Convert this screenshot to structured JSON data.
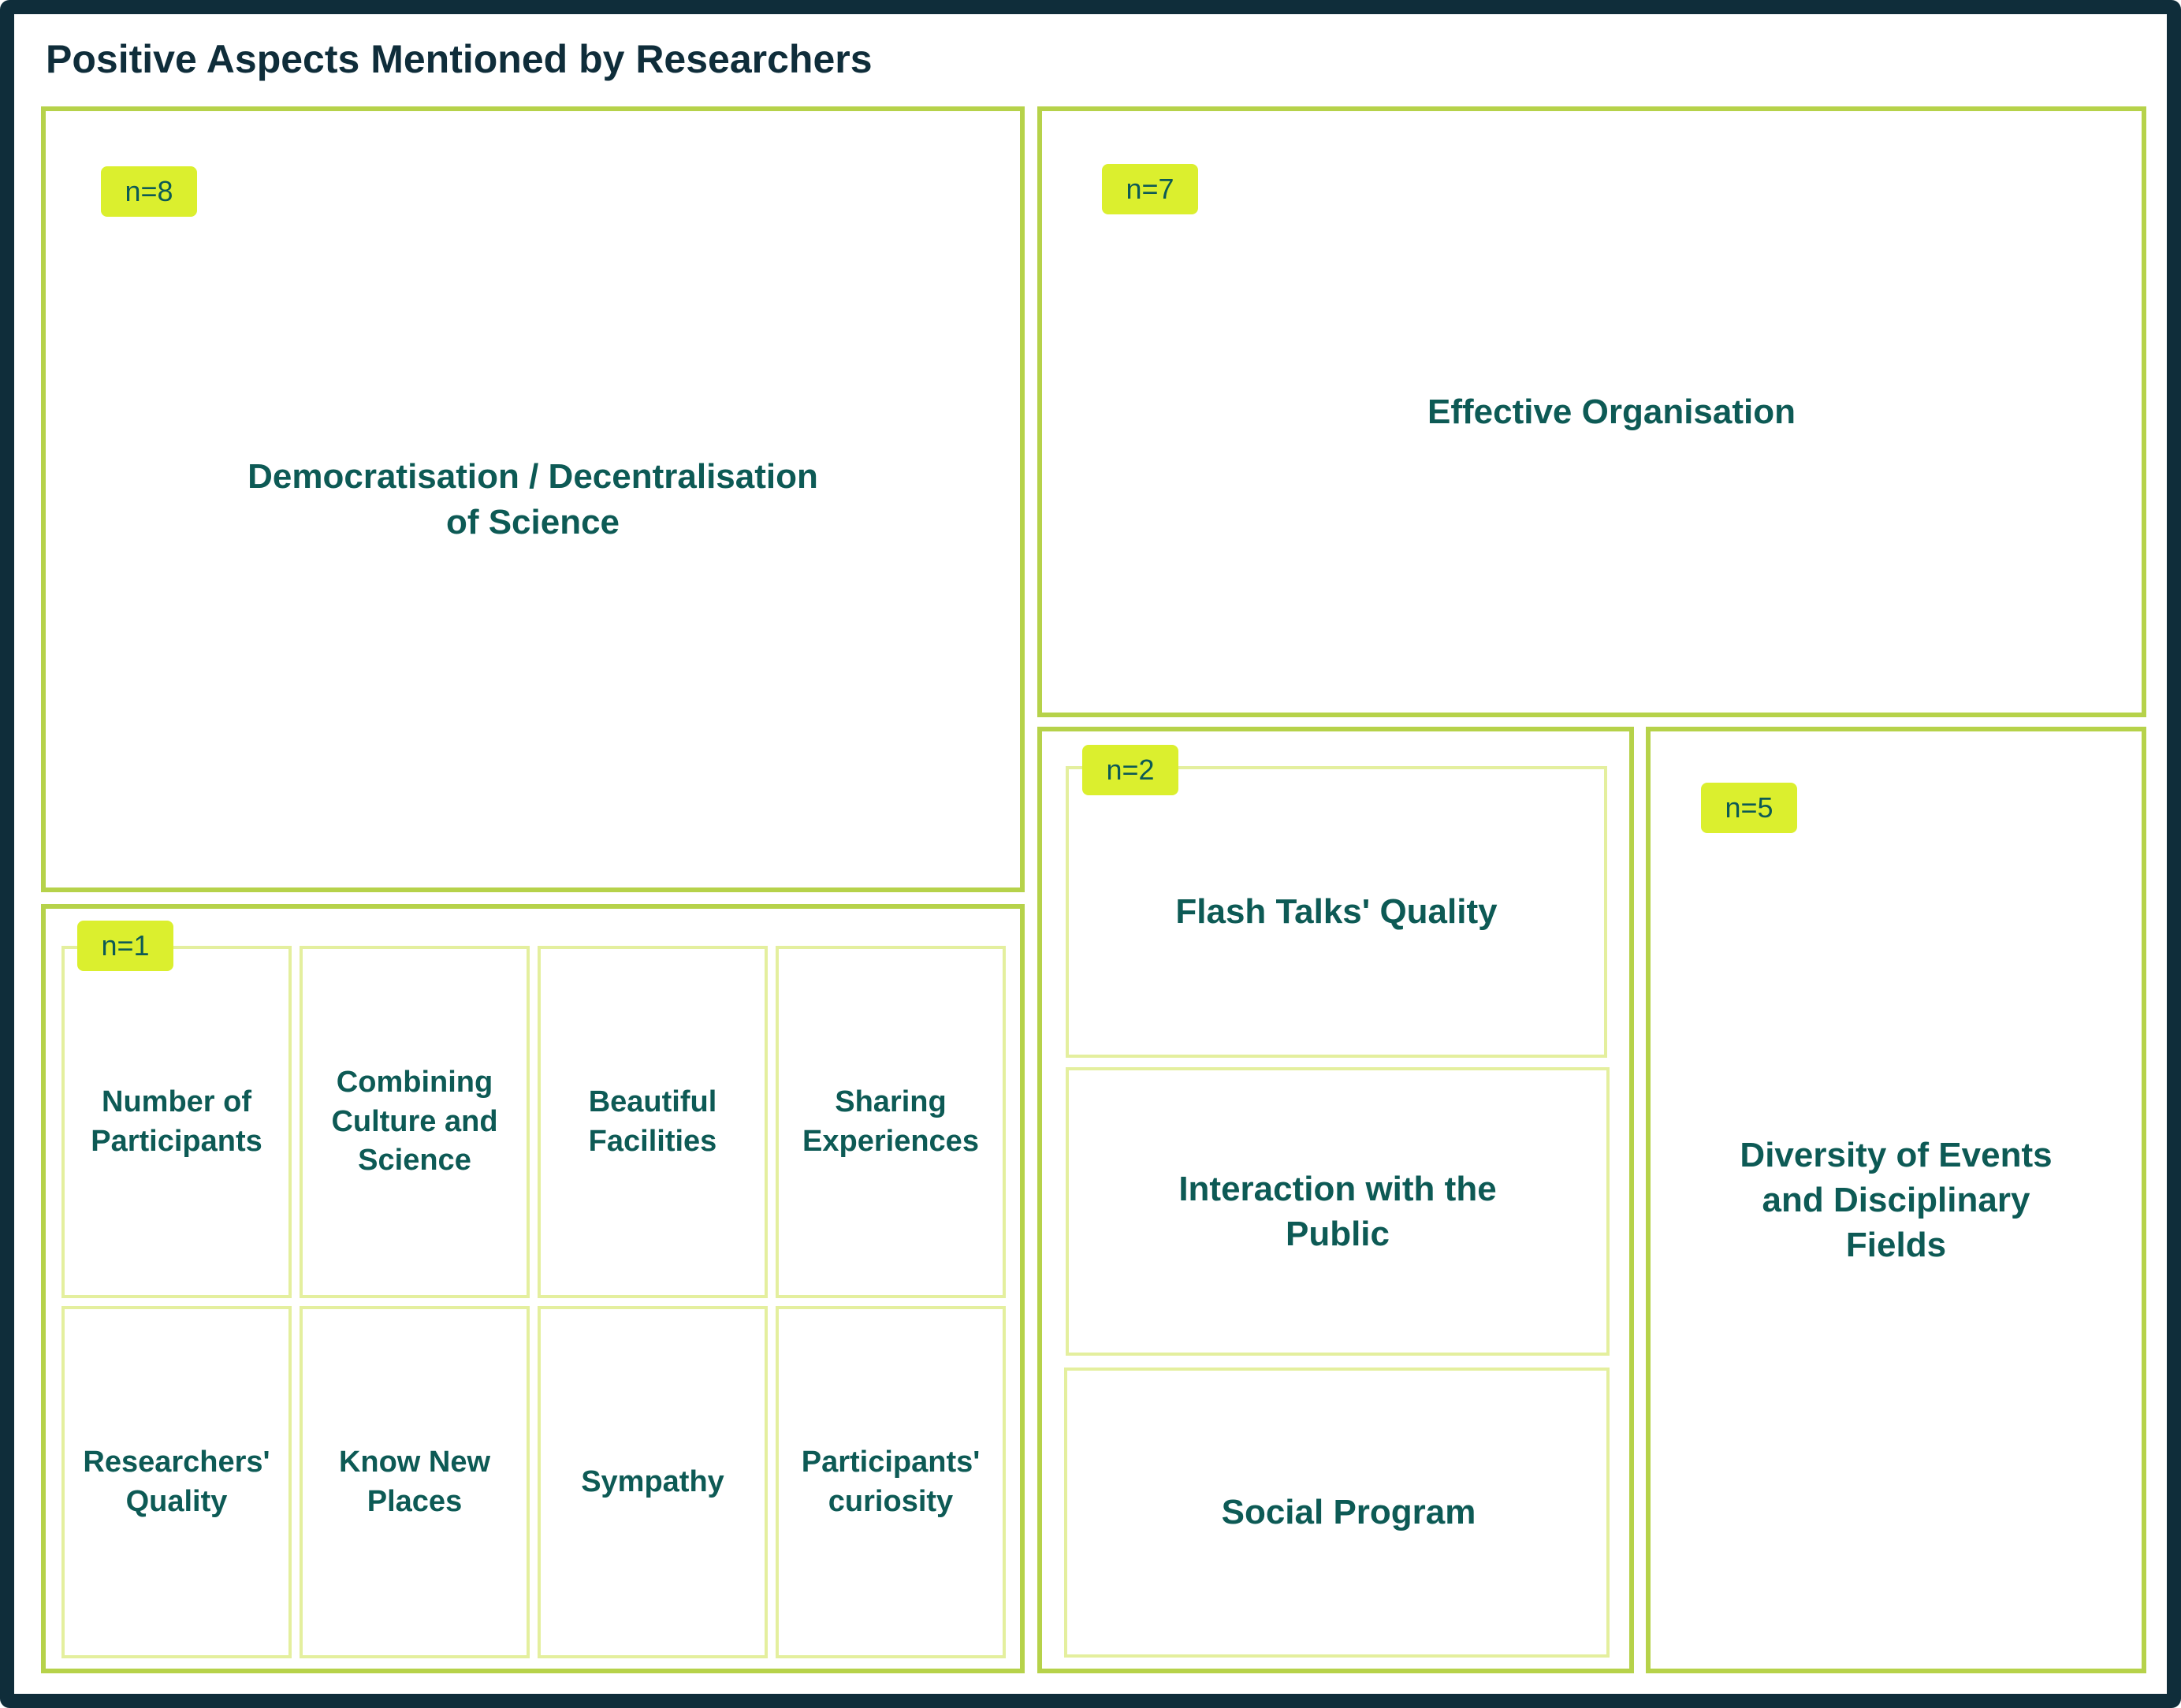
{
  "title": "Positive Aspects Mentioned by Researchers",
  "colors": {
    "frame": "#0f2d3a",
    "border": "#b6d24a",
    "inner_border": "#e4ef9e",
    "badge": "#dbef2e",
    "text": "#0d5a55"
  },
  "groups": [
    {
      "count_label": "n=8",
      "items": [
        "Democratisation / Decentralisation\nof Science"
      ]
    },
    {
      "count_label": "n=7",
      "items": [
        "Effective Organisation"
      ]
    },
    {
      "count_label": "n=2",
      "items": [
        "Flash Talks' Quality",
        "Interaction with the\nPublic",
        "Social Program"
      ]
    },
    {
      "count_label": "n=5",
      "items": [
        "Diversity of Events\nand Disciplinary\nFields"
      ]
    },
    {
      "count_label": "n=1",
      "items": [
        "Number of\nParticipants",
        "Combining\nCulture and\nScience",
        "Beautiful\nFacilities",
        "Sharing\nExperiences",
        "Researchers'\nQuality",
        "Know New\nPlaces",
        "Sympathy",
        "Participants'\ncuriosity"
      ]
    }
  ]
}
